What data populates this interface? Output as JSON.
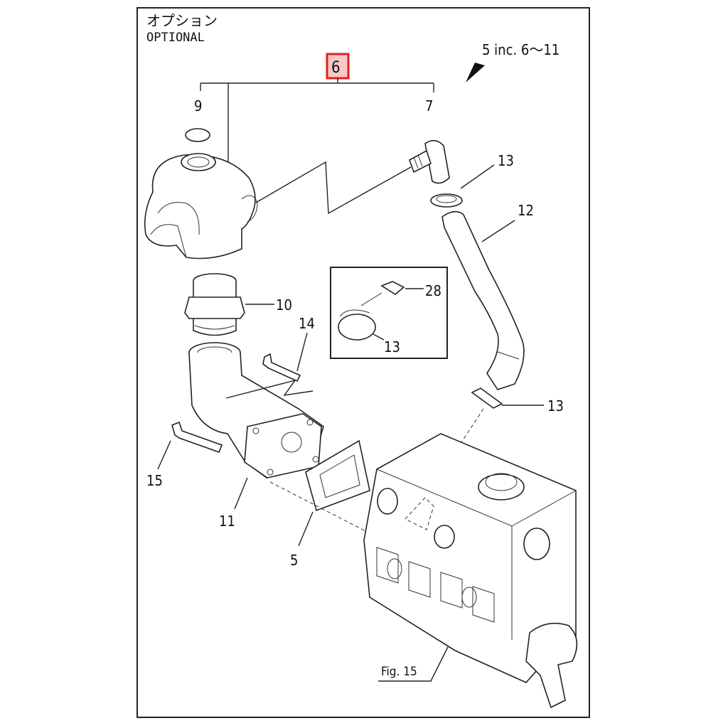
{
  "title": {
    "japanese": "オプション",
    "english": "OPTIONAL"
  },
  "assembly_note": "5 inc. 6～11",
  "highlighted_part": {
    "number": "6",
    "border_color": "#e02020",
    "fill_color": "#f8c8c8"
  },
  "callouts": {
    "c9": "9",
    "c7": "7",
    "c13a": "13",
    "c12": "12",
    "c28": "28",
    "c13b": "13",
    "c10": "10",
    "c14": "14",
    "c13c": "13",
    "c15": "15",
    "c11": "11",
    "c5": "5"
  },
  "figure_ref": "Fig. 15"
}
